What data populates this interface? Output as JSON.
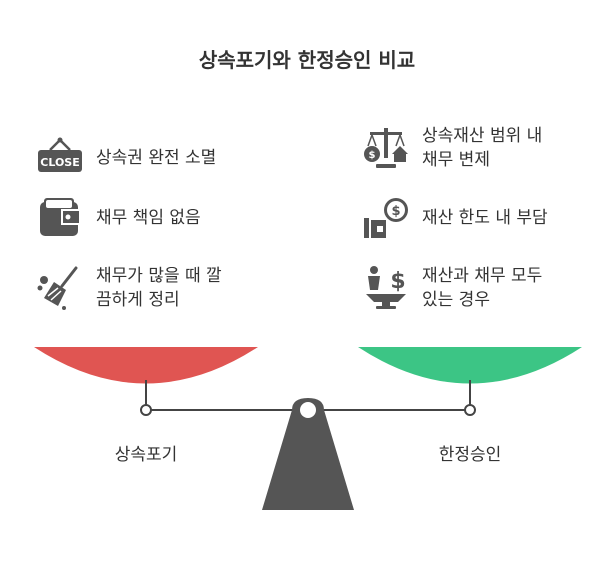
{
  "title": "상속포기와 한정승인 비교",
  "left": {
    "label": "상속포기",
    "color": "#e05552",
    "items": [
      {
        "icon": "close-sign-icon",
        "text": "상속권 완전 소멸"
      },
      {
        "icon": "wallet-icon",
        "text": "채무 책임 없음"
      },
      {
        "icon": "broom-icon",
        "text": "채무가 많을 때 깔\n끔하게 정리"
      }
    ]
  },
  "right": {
    "label": "한정승인",
    "color": "#3cc585",
    "items": [
      {
        "icon": "balance-money-icon",
        "text": "상속재산 범위 내\n채무 변제"
      },
      {
        "icon": "hand-coin-icon",
        "text": "재산 한도 내 부담"
      },
      {
        "icon": "person-money-scale-icon",
        "text": "재산과 채무 모두\n있는 경우"
      }
    ]
  }
}
